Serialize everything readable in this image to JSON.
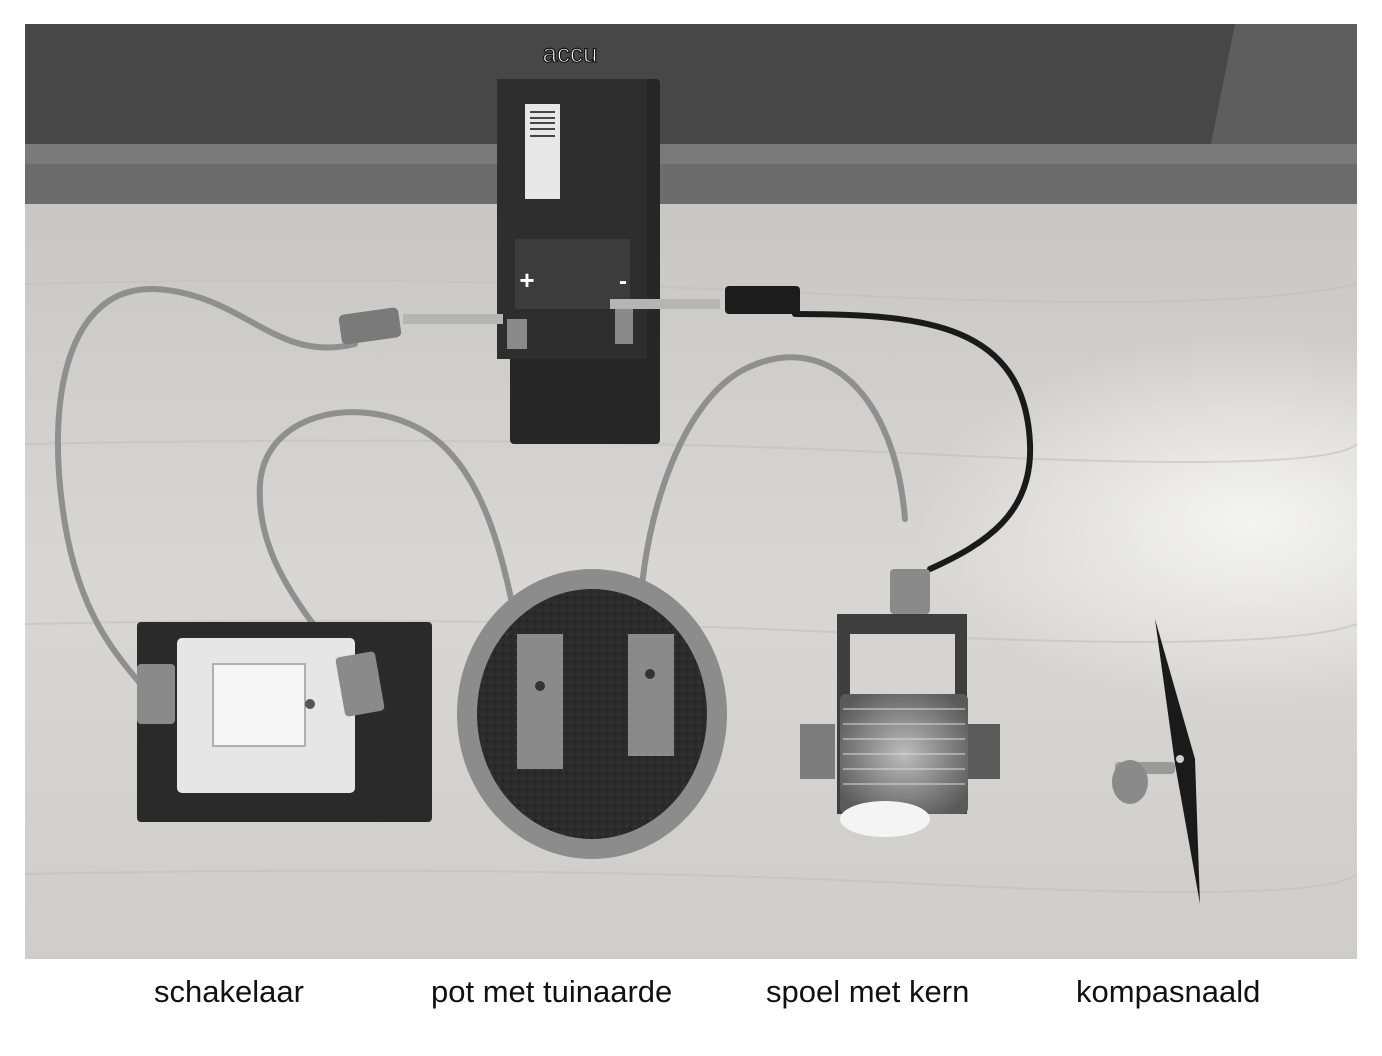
{
  "photo": {
    "label_battery": "accu",
    "terminal_plus": "+",
    "terminal_minus": "-"
  },
  "captions": {
    "switch": "schakelaar",
    "pot": "pot met tuinaarde",
    "coil": "spoel met kern",
    "compass": "kompasnaald"
  },
  "colors": {
    "wall": "#4a4a4a",
    "sill": "#6a6a6a",
    "table": "#d2d0cc",
    "wire_grey": "#8f8f8f",
    "wire_black": "#1a1a1a",
    "battery": "#262626"
  }
}
